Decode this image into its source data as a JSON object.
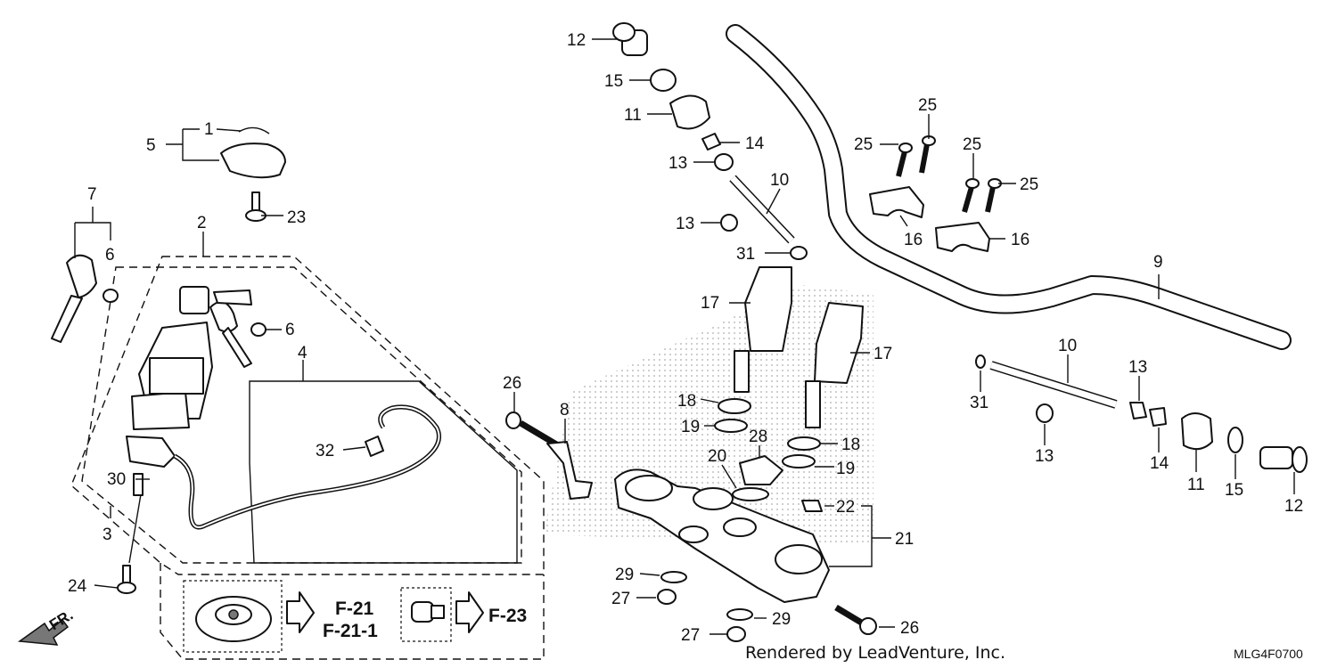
{
  "labels": {
    "l1": "1",
    "l2": "2",
    "l3": "3",
    "l4": "4",
    "l5": "5",
    "l6a": "6",
    "l6b": "6",
    "l7": "7",
    "l8": "8",
    "l9": "9",
    "l10a": "10",
    "l10b": "10",
    "l11a": "11",
    "l11b": "11",
    "l12a": "12",
    "l12b": "12",
    "l13a": "13",
    "l13b": "13",
    "l13c": "13",
    "l13d": "13",
    "l14a": "14",
    "l14b": "14",
    "l15a": "15",
    "l15b": "15",
    "l16a": "16",
    "l16b": "16",
    "l17a": "17",
    "l17b": "17",
    "l18a": "18",
    "l18b": "18",
    "l19a": "19",
    "l19b": "19",
    "l20": "20",
    "l21": "21",
    "l22": "22",
    "l23": "23",
    "l24": "24",
    "l25a": "25",
    "l25b": "25",
    "l25c": "25",
    "l25d": "25",
    "l26a": "26",
    "l26b": "26",
    "l27a": "27",
    "l27b": "27",
    "l28": "28",
    "l29a": "29",
    "l29b": "29",
    "l30": "30",
    "l31a": "31",
    "l31b": "31",
    "l32": "32"
  },
  "references": {
    "ref_f21": "F-21",
    "ref_f21_1": "F-21-1",
    "ref_f23": "F-23"
  },
  "footer": {
    "credit": "Rendered by LeadVenture, Inc.",
    "diagram_code": "MLG4F0700"
  },
  "front_arrow": "FR."
}
